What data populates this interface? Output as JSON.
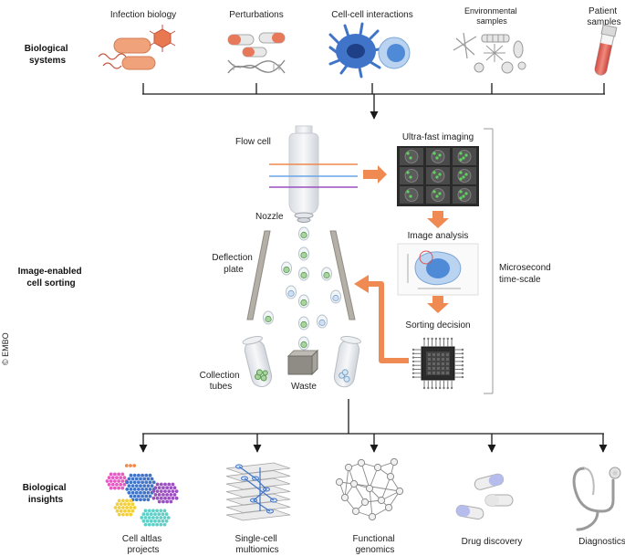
{
  "copyright": "© EMBO",
  "rows": {
    "systems": [
      "Biological",
      "systems"
    ],
    "sorting": [
      "Image-enabled",
      "cell sorting"
    ],
    "insights": [
      "Biological",
      "insights"
    ]
  },
  "systems": {
    "infection": [
      "Infection biology"
    ],
    "perturbations": [
      "Perturbations"
    ],
    "cellcell": [
      "Cell-cell interactions"
    ],
    "environmental": [
      "Environmental",
      "samples"
    ],
    "patient": [
      "Patient",
      "samples"
    ]
  },
  "sorting": {
    "flow_cell": "Flow cell",
    "nozzle": "Nozzle",
    "deflection": [
      "Deflection",
      "plate"
    ],
    "collection": [
      "Collection",
      "tubes"
    ],
    "waste": "Waste",
    "imaging": "Ultra-fast imaging",
    "analysis": "Image analysis",
    "decision": "Sorting decision",
    "timescale": [
      "Microsecond",
      "time-scale"
    ]
  },
  "insights": {
    "atlas": [
      "Cell altlas",
      "projects"
    ],
    "multiomics": [
      "Single-cell",
      "multiomics"
    ],
    "genomics": [
      "Functional",
      "genomics"
    ],
    "drug": [
      "Drug discovery"
    ],
    "diagnostics": [
      "Diagnostics"
    ]
  },
  "colors": {
    "accent_orange": "#ee8a52",
    "bacteria": "#f0a27a",
    "cell_blue": "#3f74c9",
    "light_blue": "#b9d3f0",
    "cell_green": "#5cb85c",
    "tube_red": "#e06256"
  }
}
